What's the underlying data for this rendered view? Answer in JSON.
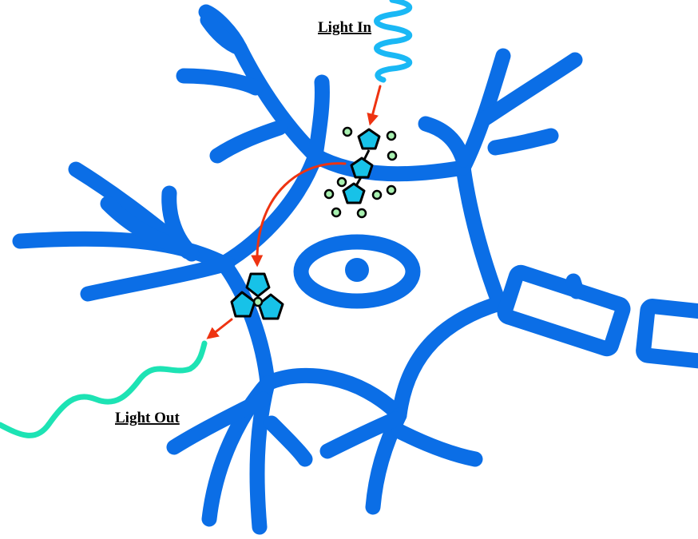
{
  "labels": {
    "light_in": "Light In",
    "light_out": "Light Out"
  },
  "colors": {
    "neuron": "#0b6ee6",
    "light_in_wave": "#1ab8f5",
    "light_out_wave": "#1de3b4",
    "arrow": "#ee3311",
    "molecule": "#17c2e8",
    "dot": "#a8f0b0",
    "outline": "#000000",
    "background": "#ffffff"
  },
  "icons": {
    "molecule": "pentagon",
    "particle": "small-circle"
  }
}
